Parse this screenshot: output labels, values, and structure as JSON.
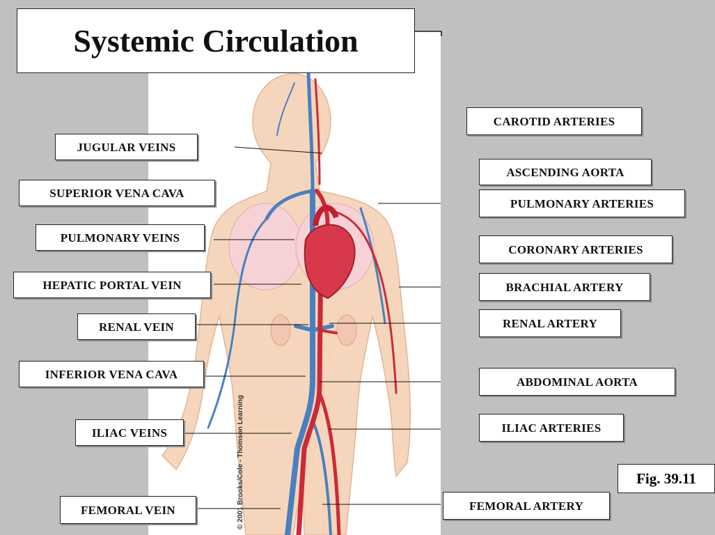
{
  "title": "Systemic Circulation",
  "figure_number": "Fig. 39.11",
  "credit": "© 2001 Brooks/Cole - Thomson Learning",
  "labels_left": {
    "jugular_veins": "JUGULAR VEINS",
    "superior_vena_cava": "SUPERIOR VENA CAVA",
    "pulmonary_veins": "PULMONARY VEINS",
    "hepatic_portal_vein": "HEPATIC PORTAL VEIN",
    "renal_vein": "RENAL VEIN",
    "inferior_vena_cava": "INFERIOR VENA CAVA",
    "iliac_veins": "ILIAC VEINS",
    "femoral_vein": "FEMORAL VEIN"
  },
  "labels_right": {
    "carotid_arteries": "CAROTID ARTERIES",
    "ascending_aorta": "ASCENDING AORTA",
    "pulmonary_arteries": "PULMONARY ARTERIES",
    "coronary_arteries": "CORONARY ARTERIES",
    "brachial_artery": "BRACHIAL ARTERY",
    "renal_artery": "RENAL ARTERY",
    "abdominal_aorta": "ABDOMINAL AORTA",
    "iliac_arteries": "ILIAC ARTERIES",
    "femoral_artery": "FEMORAL ARTERY"
  },
  "colors": {
    "background": "#c0c0c0",
    "skin": "#f5d2b4",
    "vein": "#4a7fc0",
    "artery": "#cc2a36",
    "organ": "#f3c4c8"
  }
}
